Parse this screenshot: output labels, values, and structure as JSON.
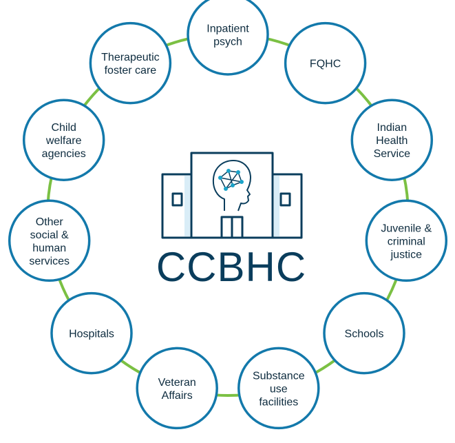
{
  "center": {
    "title": "CCBHC",
    "icon": "building-with-brain-icon"
  },
  "colors": {
    "ring": "#7bc043",
    "circle_stroke": "#1379ab",
    "text": "#0d2b3e",
    "title": "#0a3d5c",
    "building_stroke": "#0a3d5c",
    "window_fill": "#d9edf7",
    "brain_node": "#1aa3c9"
  },
  "nodes": [
    {
      "id": "inpatient-psych",
      "lines": [
        "Inpatient",
        "psych"
      ]
    },
    {
      "id": "fqhc",
      "lines": [
        "FQHC"
      ]
    },
    {
      "id": "indian-health-service",
      "lines": [
        "Indian",
        "Health",
        "Service"
      ]
    },
    {
      "id": "juvenile-criminal-justice",
      "lines": [
        "Juvenile &",
        "criminal",
        "justice"
      ]
    },
    {
      "id": "schools",
      "lines": [
        "Schools"
      ]
    },
    {
      "id": "substance-use-facilities",
      "lines": [
        "Substance",
        "use",
        "facilities"
      ]
    },
    {
      "id": "veteran-affairs",
      "lines": [
        "Veteran",
        "Affairs"
      ]
    },
    {
      "id": "hospitals",
      "lines": [
        "Hospitals"
      ]
    },
    {
      "id": "other-social-human-services",
      "lines": [
        "Other",
        "social &",
        "human",
        "services"
      ]
    },
    {
      "id": "child-welfare-agencies",
      "lines": [
        "Child",
        "welfare",
        "agencies"
      ]
    },
    {
      "id": "therapeutic-foster-care",
      "lines": [
        "Therapeutic",
        "foster care"
      ]
    }
  ]
}
